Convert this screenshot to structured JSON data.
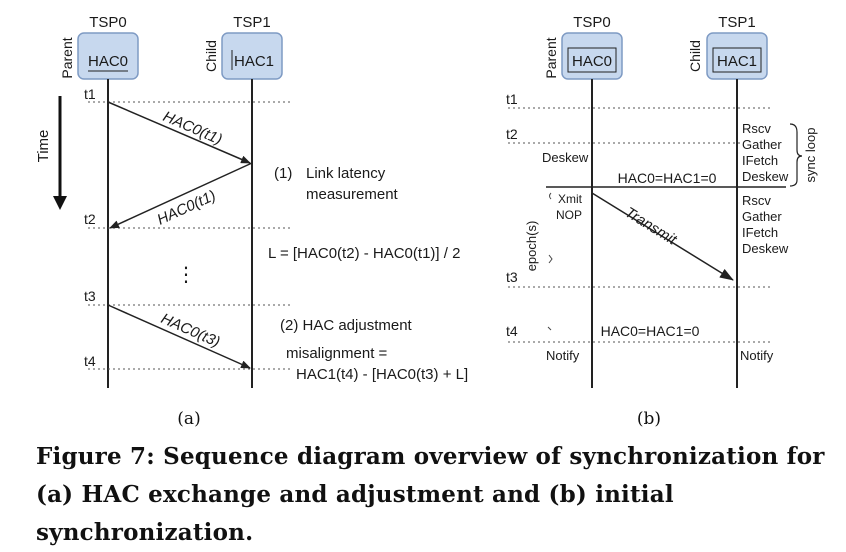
{
  "panel_a": {
    "tsp_left": "TSP0",
    "tsp_right": "TSP1",
    "role_left": "Parent",
    "role_right": "Child",
    "hac_left": "HAC0",
    "hac_right": "HAC1",
    "time_label": "Time",
    "ticks": [
      "t1",
      "t2",
      "t3",
      "t4"
    ],
    "msg1": "HAC0(t1)",
    "msg2": "HAC0(t1)",
    "msg3": "HAC0(t3)",
    "step1_num": "(1)",
    "step1_line1": "Link latency",
    "step1_line2": "measurement",
    "formula_L": "L = [HAC0(t2) - HAC0(t1)] / 2",
    "ellipsis": "⋮",
    "step2": "(2)  HAC adjustment",
    "misalign_line1": "misalignment =",
    "misalign_line2": "HAC1(t4) - [HAC0(t3) + L]",
    "label": "(a)"
  },
  "panel_b": {
    "tsp_left": "TSP0",
    "tsp_right": "TSP1",
    "role_left": "Parent",
    "role_right": "Child",
    "hac_left": "HAC0",
    "hac_right": "HAC1",
    "ticks": [
      "t1",
      "t2",
      "t3",
      "t4"
    ],
    "deskew": "Deskew",
    "sync_words1": [
      "Rscv",
      "Gather",
      "IFetch",
      "Deskew"
    ],
    "sync_loop": "sync loop",
    "eq1": "HAC0=HAC1=0",
    "xmit": "Xmit",
    "nop": "NOP",
    "transmit": "Transmit",
    "sync_words2": [
      "Rscv",
      "Gather",
      "IFetch",
      "Deskew"
    ],
    "epochs": "epoch(s)",
    "eq2": "HAC0=HAC1=0",
    "notify_left": "Notify",
    "notify_right": "Notify",
    "label": "(b)"
  },
  "caption": "Figure 7: Sequence diagram overview of synchronization for (a) HAC exchange and adjustment and (b) initial synchronization.",
  "colors": {
    "box_fill": "#c7d8ee",
    "box_stroke": "#7f9bc4",
    "line": "#222222",
    "dotted": "#555555"
  }
}
